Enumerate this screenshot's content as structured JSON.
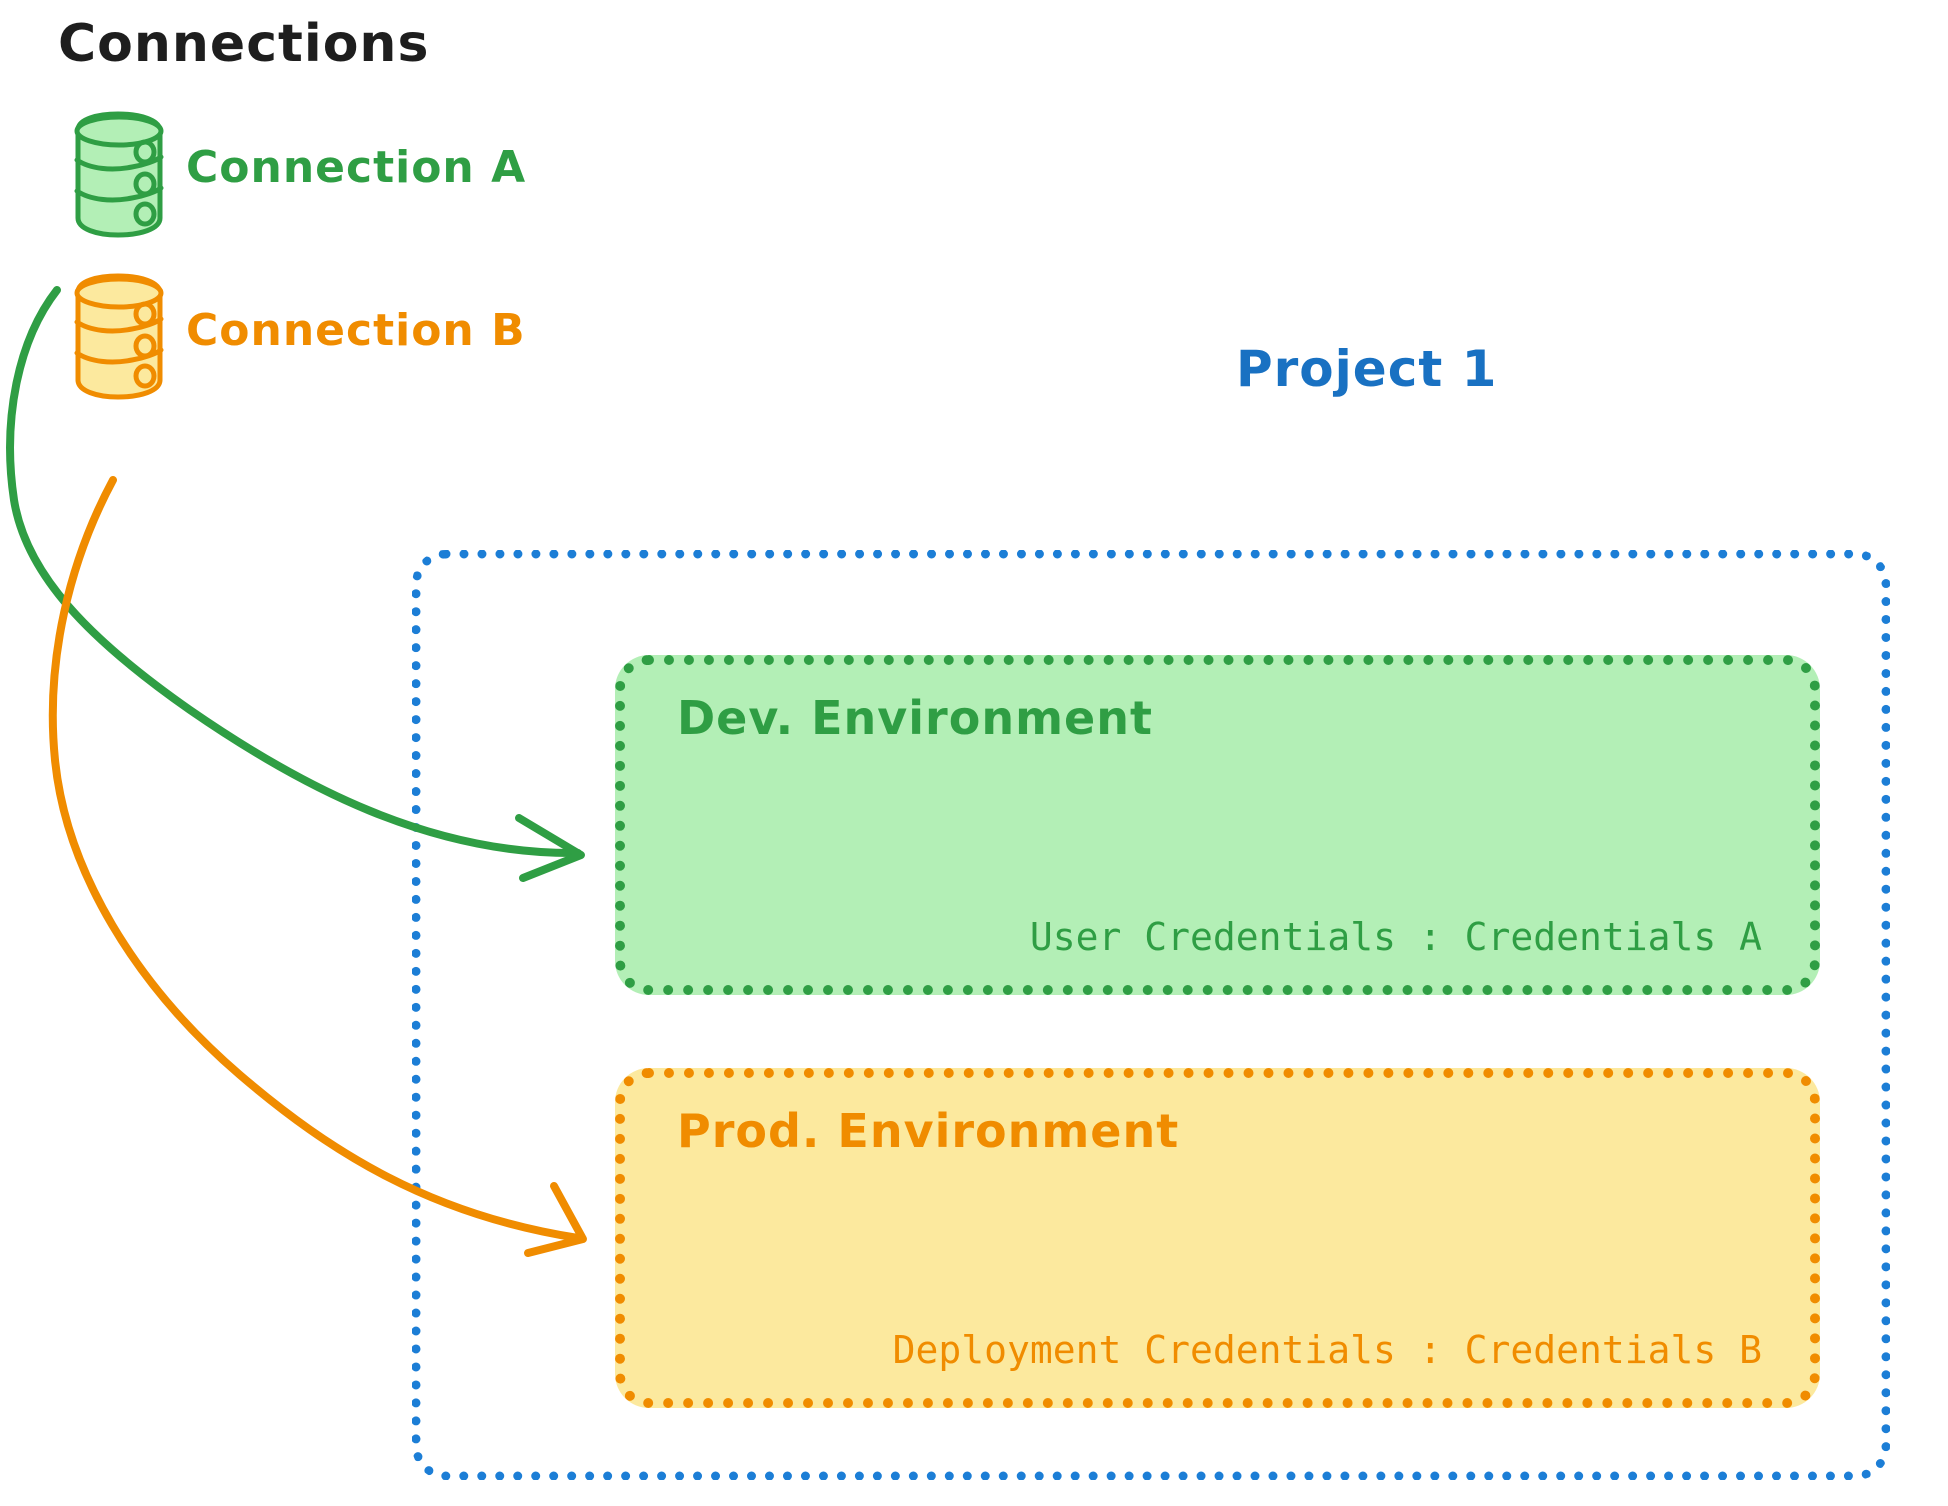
{
  "page": {
    "title": "Connections"
  },
  "connections": {
    "heading": "Connections",
    "items": [
      {
        "label": "Connection A",
        "icon": "database-cylinder-icon",
        "color": "#2f9e44"
      },
      {
        "label": "Connection B",
        "icon": "database-cylinder-icon",
        "color": "#f08c00"
      }
    ]
  },
  "project": {
    "title": "Project 1",
    "color": "#1971c2",
    "border_color": "#1c7ed6",
    "environments": [
      {
        "name": "Dev. Environment",
        "credential_label": "User Credentials",
        "credential_separator": ":",
        "credential_value": "Credentials A",
        "credential_line": "User Credentials : Credentials A",
        "fill_color": "#b3efb6",
        "stroke_color": "#2f9e44"
      },
      {
        "name": "Prod. Environment",
        "credential_label": "Deployment Credentials",
        "credential_separator": ":",
        "credential_value": "Credentials B",
        "credential_line": "Deployment Credentials : Credentials B",
        "fill_color": "#fce99e",
        "stroke_color": "#f08c00"
      }
    ]
  },
  "arrows": [
    {
      "name": "connection-a-to-dev-environment",
      "from": "Connection A",
      "to": "Dev. Environment",
      "color": "#2f9e44"
    },
    {
      "name": "connection-b-to-prod-environment",
      "from": "Connection B",
      "to": "Prod. Environment",
      "color": "#f08c00"
    }
  ]
}
